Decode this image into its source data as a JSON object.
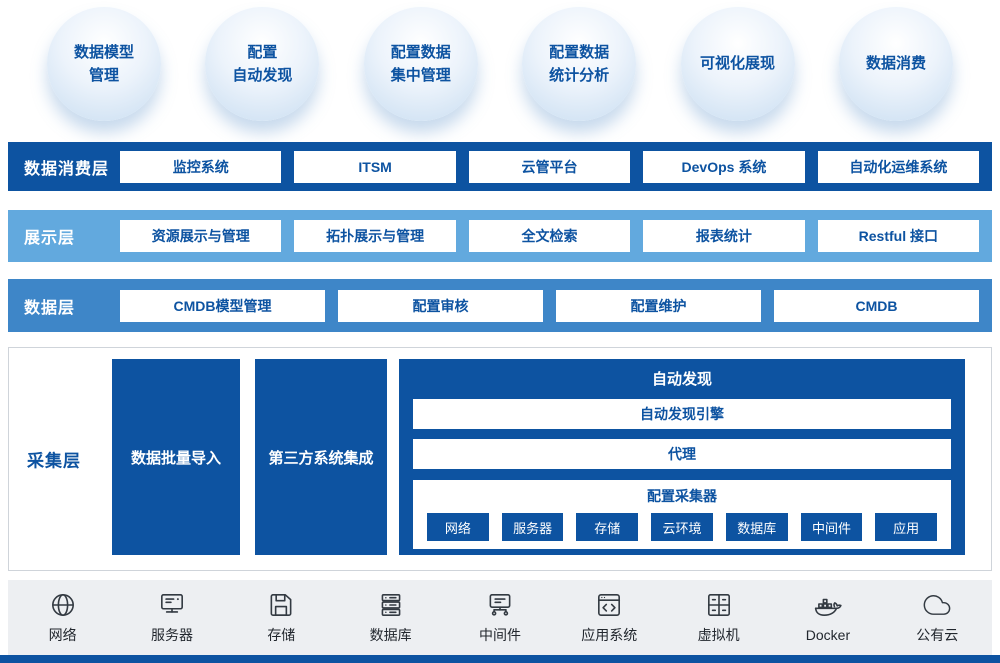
{
  "colors": {
    "primary_blue": "#0d53a1",
    "mid_blue": "#3e86c8",
    "light_blue": "#62a9de",
    "bubble_fill": "#c8ddf1",
    "footer_bg": "#edeff2",
    "border_gray": "#cfd4da"
  },
  "bubbles": [
    "数据模型\n管理",
    "配置\n自动发现",
    "配置数据\n集中管理",
    "配置数据\n统计分析",
    "可视化展现",
    "数据消费"
  ],
  "layers": [
    {
      "name": "数据消费层",
      "items": [
        "监控系统",
        "ITSM",
        "云管平台",
        "DevOps 系统",
        "自动化运维系统"
      ]
    },
    {
      "name": "展示层",
      "items": [
        "资源展示与管理",
        "拓扑展示与管理",
        "全文检索",
        "报表统计",
        "Restful 接口"
      ]
    },
    {
      "name": "数据层",
      "items": [
        "CMDB模型管理",
        "配置审核",
        "配置维护",
        "CMDB"
      ]
    }
  ],
  "collection": {
    "name": "采集层",
    "blocks": [
      "数据批量导入",
      "第三方系统集成"
    ],
    "auto_discovery": {
      "title": "自动发现",
      "rows": [
        "自动发现引擎",
        "代理"
      ],
      "collector": {
        "title": "配置采集器",
        "items": [
          "网络",
          "服务器",
          "存储",
          "云环境",
          "数据库",
          "中间件",
          "应用"
        ]
      }
    }
  },
  "footer": {
    "items": [
      {
        "label": "网络",
        "icon": "network-icon"
      },
      {
        "label": "服务器",
        "icon": "server-icon"
      },
      {
        "label": "存储",
        "icon": "storage-icon"
      },
      {
        "label": "数据库",
        "icon": "database-icon"
      },
      {
        "label": "中间件",
        "icon": "middleware-icon"
      },
      {
        "label": "应用系统",
        "icon": "application-icon"
      },
      {
        "label": "虚拟机",
        "icon": "vm-icon"
      },
      {
        "label": "Docker",
        "icon": "docker-icon"
      },
      {
        "label": "公有云",
        "icon": "cloud-icon"
      }
    ]
  }
}
